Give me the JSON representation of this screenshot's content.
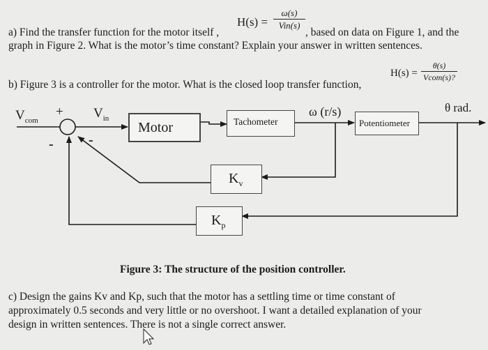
{
  "part_a": {
    "hs_label": "H(s) =",
    "frac_num": "ω(s)",
    "frac_den": "Vin(s)",
    "line1_left": "a) Find the transfer function for the motor itself ,",
    "line1_right": ", based on data on Figure 1, and the",
    "line2": "graph in Figure 2. What is the motor’s time constant? Explain your answer in written sentences."
  },
  "part_b": {
    "text": "b) Figure 3 is a controller for the motor. What is the closed loop transfer function,",
    "hs_label": "H(s) =",
    "frac_num": "θ(s)",
    "frac_den": "Vcom(s)?"
  },
  "diagram": {
    "vcom_label": "V",
    "vcom_sub": "com",
    "plus_sign": "+",
    "minus_sign_top": "-",
    "minus_sign_left": "-",
    "vin_label": "V",
    "vin_sub": "in",
    "motor": "Motor",
    "tachometer": "Tachometer",
    "omega_label": "ω (r/s)",
    "potentiometer": "Potentiometer",
    "theta_label": "θ rad.",
    "kv_main": "K",
    "kv_sub": "v",
    "kp_main": "K",
    "kp_sub": "p"
  },
  "caption": "Figure 3: The structure of the position controller.",
  "part_c": {
    "line1": "c) Design the gains Kv and Kp, such that the motor has a settling time or time constant of",
    "line2": "approximately 0.5 seconds and very little or no overshoot. I want a detailed explanation of your",
    "line3": "design in written sentences. There is not a single correct answer."
  }
}
